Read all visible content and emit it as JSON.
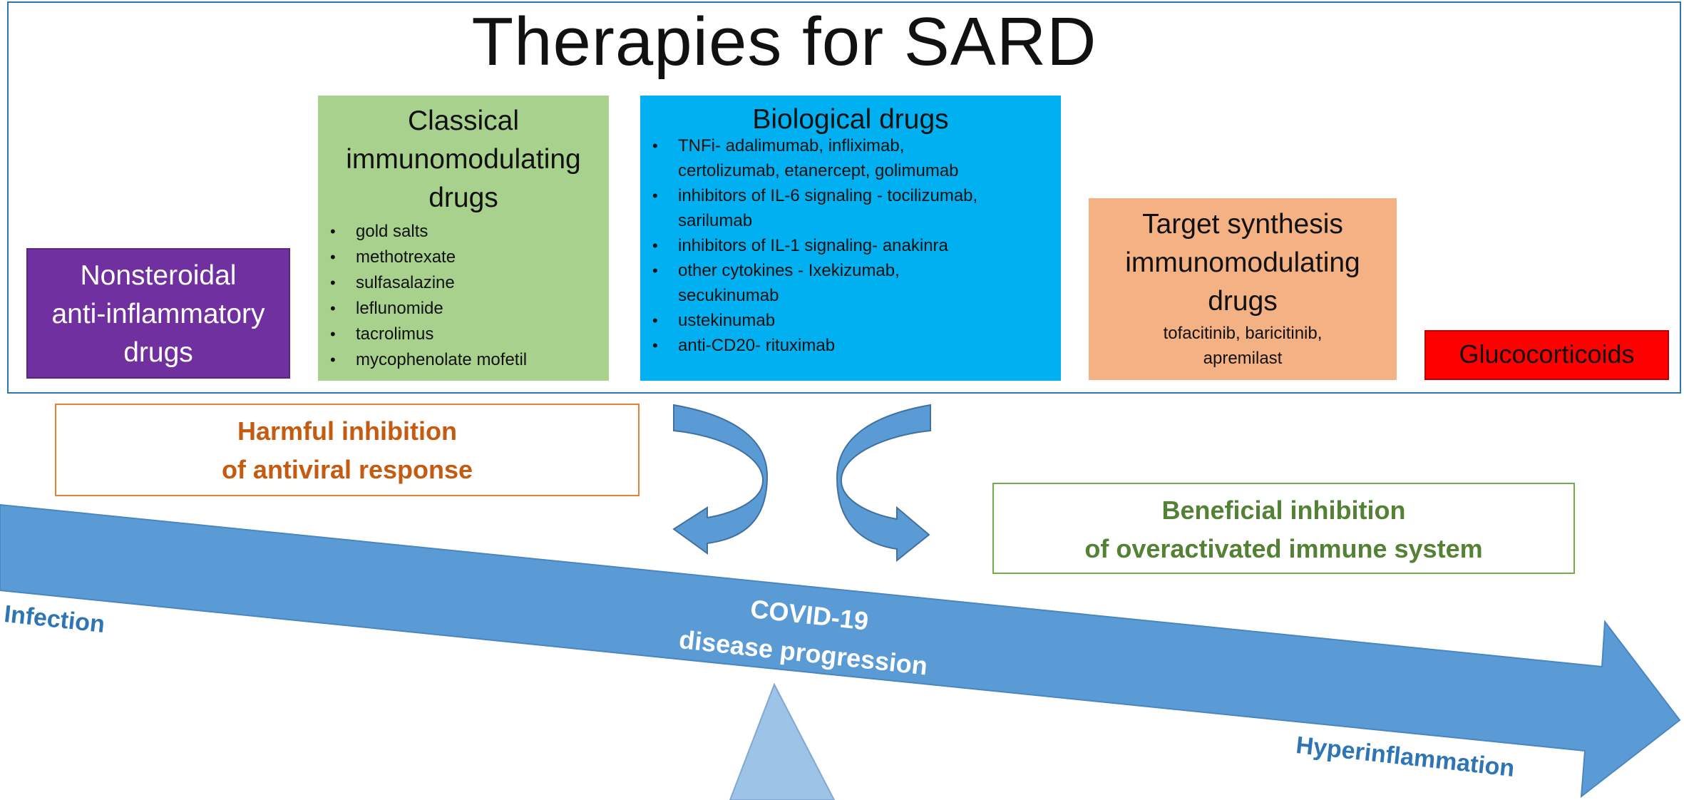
{
  "title": "Therapies for SARD",
  "nsaid": {
    "lines": [
      "Nonsteroidal",
      "anti-inflammatory",
      "drugs"
    ]
  },
  "classical": {
    "lines": [
      "Classical",
      "immunomodulating",
      "drugs"
    ],
    "items": [
      "gold salts",
      "methotrexate",
      "sulfasalazine",
      "leflunomide",
      "tacrolimus",
      "mycophenolate mofetil"
    ]
  },
  "biological": {
    "heading": "Biological drugs",
    "items": [
      [
        "TNFi- adalimumab, infliximab,",
        "certolizumab, etanercept, golimumab"
      ],
      [
        "inhibitors of IL-6 signaling - tocilizumab,",
        "sarilumab"
      ],
      [
        "inhibitors of IL-1 signaling- anakinra"
      ],
      [
        "other cytokines -  Ixekizumab,",
        "secukinumab"
      ],
      [
        "ustekinumab"
      ],
      [
        "anti-CD20- rituximab"
      ]
    ]
  },
  "target": {
    "lines": [
      "Target synthesis",
      "immunomodulating",
      "drugs"
    ],
    "sub_lines": [
      "tofacitinib, baricitinib,",
      "apremilast"
    ]
  },
  "glucocorticoids": "Glucocorticoids",
  "harmful": [
    "Harmful inhibition",
    "of antiviral response"
  ],
  "beneficial": [
    "Beneficial inhibition",
    "of overactivated immune system"
  ],
  "progression": {
    "covid": "COVID-19",
    "disease": "disease progression",
    "start": "Infection",
    "end": "Hyperinflammation"
  },
  "colors": {
    "frame": "#2e75b6",
    "nsaid": "#7030a0",
    "classical": "#a9d18e",
    "biological": "#00b0f0",
    "target": "#f4b183",
    "glucocorticoids": "#ff0000",
    "harmful_text": "#c55a11",
    "beneficial_text": "#548235",
    "arrow": "#5b9bd5"
  }
}
